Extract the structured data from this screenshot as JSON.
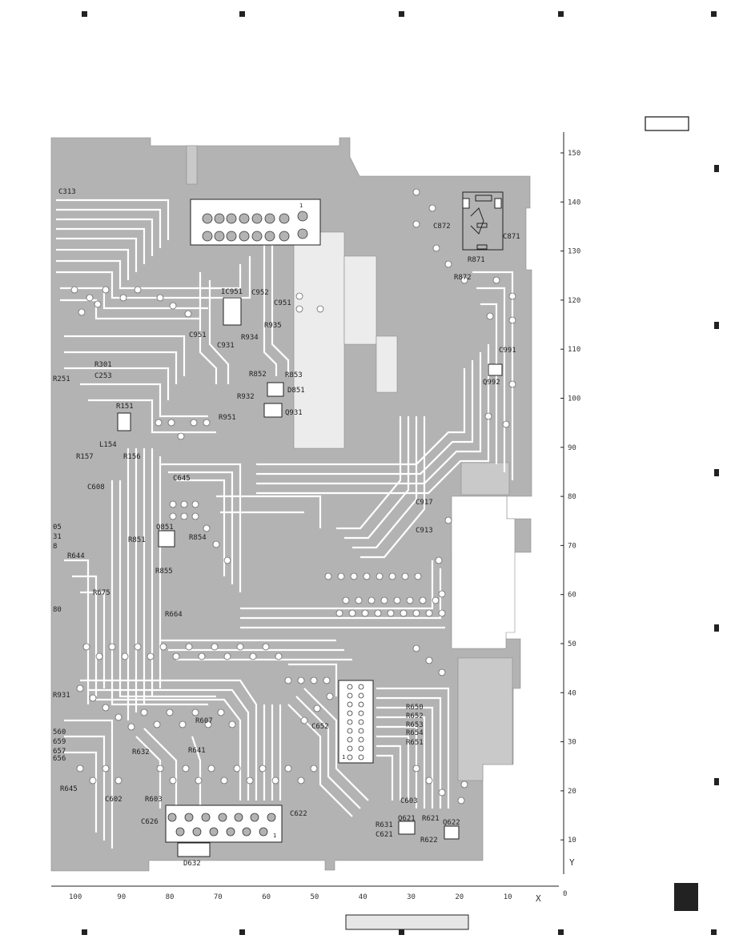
{
  "axes": {
    "y_name": "Y",
    "x_name": "X",
    "y_ticks": [
      "150",
      "140",
      "130",
      "120",
      "110",
      "100",
      "90",
      "80",
      "70",
      "60",
      "50",
      "40",
      "30",
      "20",
      "10"
    ],
    "x_ticks": [
      "100",
      "90",
      "80",
      "70",
      "60",
      "50",
      "40",
      "30",
      "20",
      "10"
    ],
    "origin": "0"
  },
  "components": [
    "C313",
    "C872",
    "C871",
    "R871",
    "R872",
    "IC951",
    "C952",
    "C951",
    "R935",
    "C951",
    "C931",
    "R934",
    "R301",
    "C253",
    "R251",
    "C991",
    "Q992",
    "R852",
    "R853",
    "D851",
    "R932",
    "Q931",
    "R951",
    "R151",
    "L154",
    "R157",
    "R156",
    "C645",
    "C608",
    "C917",
    "C913",
    "Q851",
    "R851",
    "R854",
    "R855",
    "R644",
    "R675",
    "R664",
    "R931",
    "R650",
    "R652",
    "R653",
    "R654",
    "R651",
    "C652",
    "R607",
    "R632",
    "R641",
    "R645",
    "C602",
    "R603",
    "C626",
    "C622",
    "C603",
    "R631",
    "Q621",
    "R621",
    "Q622",
    "C621",
    "R622",
    "D632"
  ],
  "connector_pin_1": "1",
  "partial_labels": [
    "05",
    "31",
    "8",
    "80",
    "560",
    "659",
    "657",
    "656"
  ],
  "colors": {
    "copper": "#b3b3b3",
    "background": "#ffffff",
    "ink": "#222222"
  }
}
